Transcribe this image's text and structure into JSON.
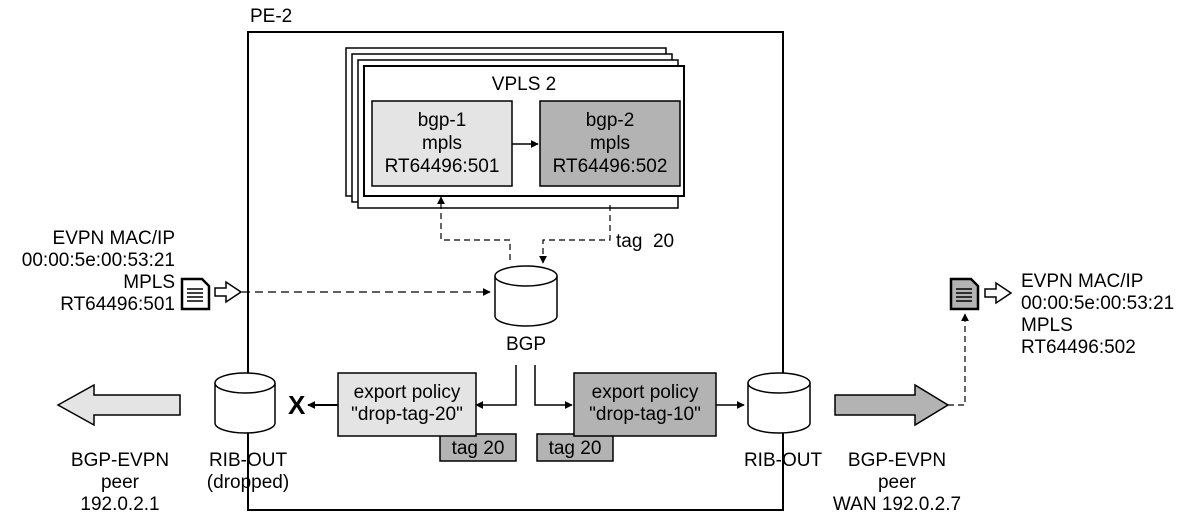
{
  "router": {
    "name": "PE-2"
  },
  "vpls": {
    "title": "VPLS 2",
    "bgp1": {
      "line1": "bgp-1",
      "line2": "mpls",
      "line3": "RT64496:501"
    },
    "bgp2": {
      "line1": "bgp-2",
      "line2": "mpls",
      "line3": "RT64496:502"
    }
  },
  "tag_vpls": "tag  20",
  "bgp_db": {
    "label": "BGP"
  },
  "incoming_route": {
    "line1": "EVPN MAC/IP",
    "line2": "00:00:5e:00:53:21",
    "line3": "MPLS",
    "line4": "RT64496:501"
  },
  "outgoing_route": {
    "line1": "EVPN MAC/IP",
    "line2": "00:00:5e:00:53:21",
    "line3": "MPLS",
    "line4": "RT64496:502"
  },
  "policy_left": {
    "line1": "export policy",
    "line2": "\"drop-tag-20\"",
    "tag": "tag 20"
  },
  "policy_right": {
    "line1": "export policy",
    "line2": "\"drop-tag-10\"",
    "tag": "tag 20"
  },
  "drop_mark": "X",
  "rib_left": {
    "line1": "RIB-OUT",
    "line2": "(dropped)"
  },
  "rib_right": {
    "line1": "RIB-OUT"
  },
  "peer_left": {
    "line1": "BGP-EVPN",
    "line2": "peer",
    "line3": "192.0.2.1"
  },
  "peer_right": {
    "line1": "BGP-EVPN",
    "line2": "peer",
    "line3": "WAN 192.0.2.7"
  },
  "colors": {
    "light_gray": "#e4e4e4",
    "dark_gray": "#b3b3b3",
    "line": "#000000"
  }
}
